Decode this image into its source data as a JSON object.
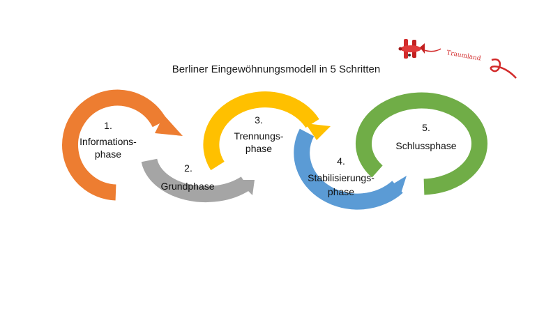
{
  "title": "Berliner Eingewöhnungsmodell in 5 Schritten",
  "colors": {
    "orange": "#ED7D31",
    "gray": "#A5A5A5",
    "yellow": "#FFC000",
    "blue": "#5B9BD5",
    "green": "#70AD47",
    "logo_red": "#D22A2A"
  },
  "steps": [
    {
      "number": "1.",
      "line1": "Informations-",
      "line2": "phase"
    },
    {
      "number": "2.",
      "line1": "Grundphase"
    },
    {
      "number": "3.",
      "line1": "Trennungs-",
      "line2": "phase"
    },
    {
      "number": "4.",
      "line1": "Stabilisierungs-",
      "line2": "phase"
    },
    {
      "number": "5.",
      "line1": "Schlussphase"
    }
  ],
  "logo": {
    "icon": "red-biplane-icon",
    "banner_text": "Traumland"
  }
}
